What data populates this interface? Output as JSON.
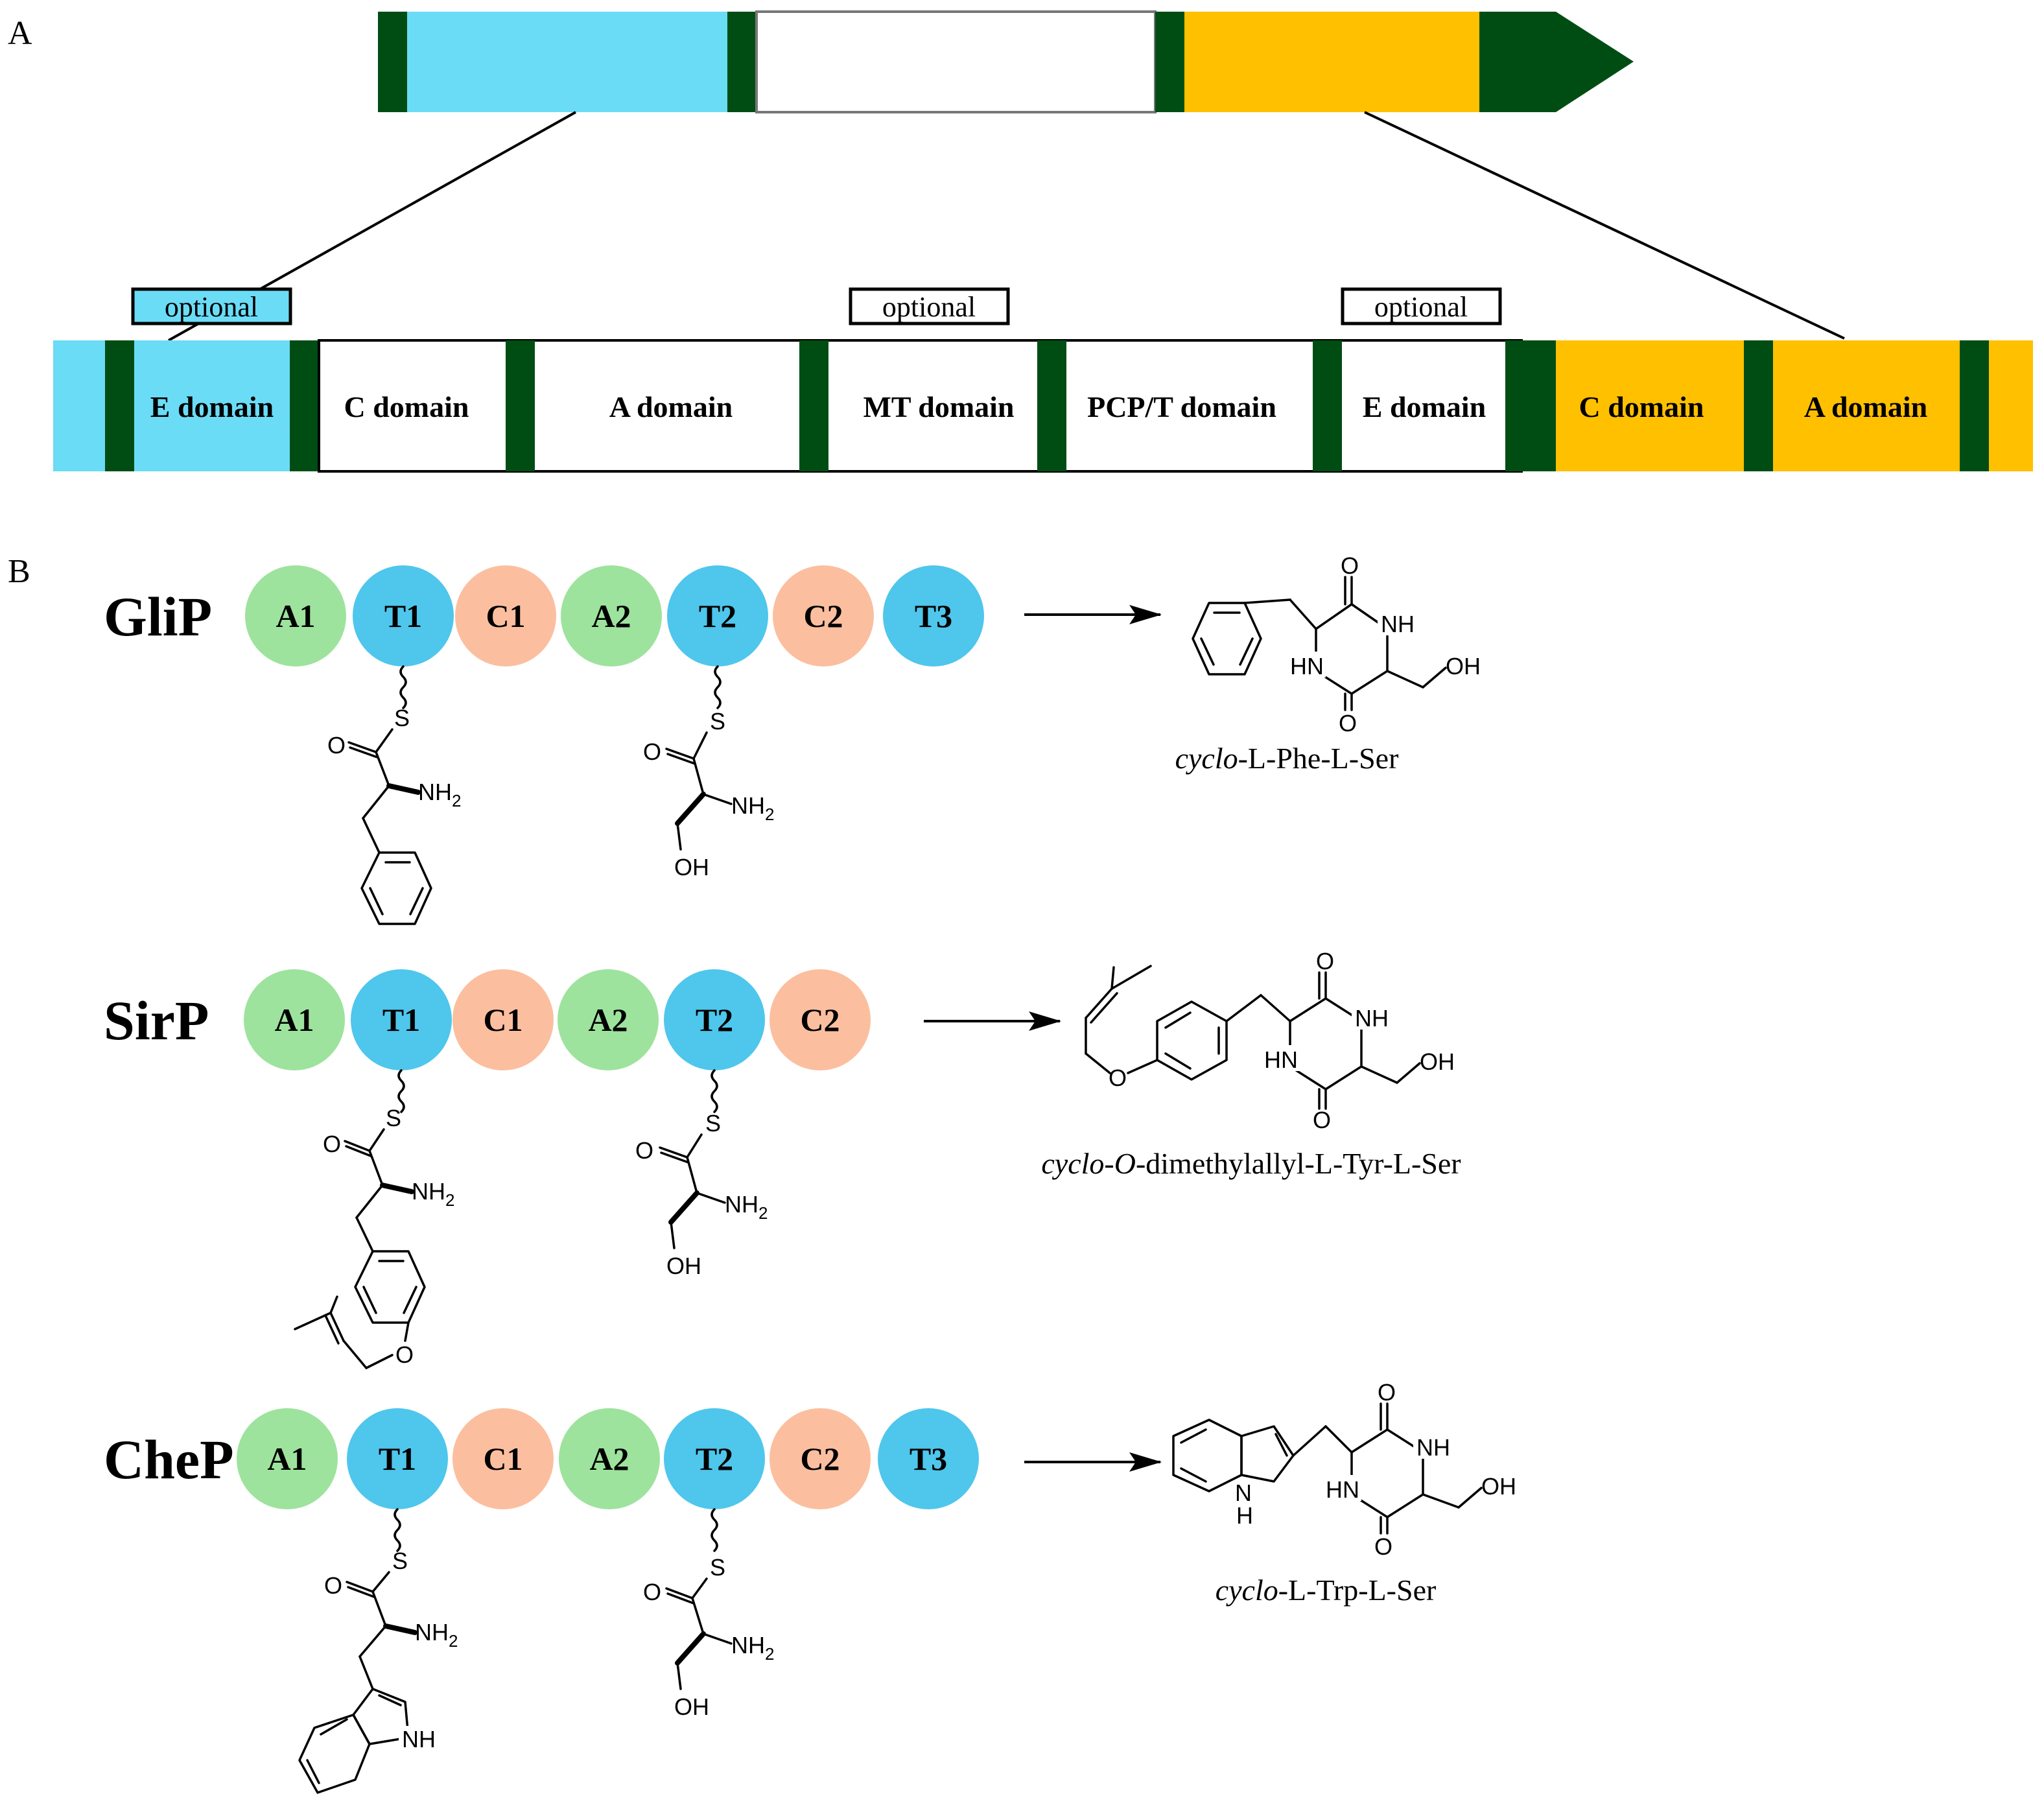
{
  "panel_a": {
    "letter": "A",
    "colors": {
      "cyan": "#6bdcf6",
      "white": "#ffffff",
      "gold": "#ffc000",
      "dark_green": "#004d14"
    },
    "optional_tags": [
      "optional",
      "optional",
      "optional"
    ],
    "domains": [
      "E domain",
      "C domain",
      "A domain",
      "MT domain",
      "PCP/T domain",
      "E domain",
      "C domain",
      "A domain"
    ]
  },
  "panel_b": {
    "letter": "B",
    "colors": {
      "A": "#9de39d",
      "T": "#4fc6ec",
      "C": "#fbbf9f"
    },
    "rows": [
      {
        "name": "GliP",
        "modules": [
          "A1",
          "T1",
          "C1",
          "A2",
          "T2",
          "C2",
          "T3"
        ],
        "product_prefix": "cyclo",
        "product_suffix": "-L-Phe-L-Ser"
      },
      {
        "name": "SirP",
        "modules": [
          "A1",
          "T1",
          "C1",
          "A2",
          "T2",
          "C2"
        ],
        "product_prefix": "cyclo-O",
        "product_suffix": "-dimethylallyl-L-Tyr-L-Ser"
      },
      {
        "name": "CheP",
        "modules": [
          "A1",
          "T1",
          "C1",
          "A2",
          "T2",
          "C2",
          "T3"
        ],
        "product_prefix": "cyclo",
        "product_suffix": "-L-Trp-L-Ser"
      }
    ],
    "atoms": {
      "S": "S",
      "O": "O",
      "N": "N",
      "H": "H",
      "NH2_base": "NH",
      "NH2_sub": "2",
      "OH": "OH",
      "NH": "NH",
      "HN": "HN"
    }
  }
}
